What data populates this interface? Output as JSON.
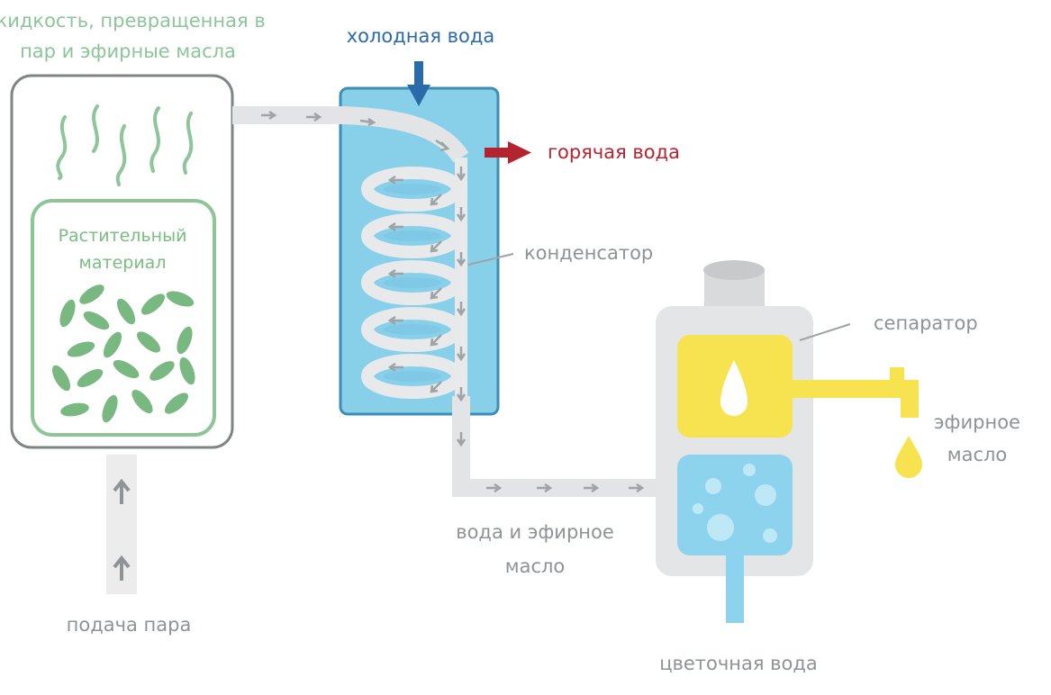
{
  "labels": {
    "vapor": [
      "жидкость, превращенная в",
      "пар и эфирные масла"
    ],
    "plant_material": [
      "Растительный",
      "материал"
    ],
    "steam_supply": "подача пара",
    "cold_water": "холодная вода",
    "hot_water": "горячая вода",
    "condenser": "конденсатор",
    "separator": "сепаратор",
    "essential_oil": [
      "эфирное",
      "масло"
    ],
    "water_and_oil": [
      "вода и эфирное",
      "масло"
    ],
    "floral_water": "цветочная вода"
  },
  "colors": {
    "vapor_label": "#8cc59a",
    "plant_green": "#7bbd83",
    "cold_water_blue": "#2b6aa8",
    "hot_water_red": "#b3242e",
    "condenser_fill": "#86cfe9",
    "condenser_border": "#3f8fb5",
    "pipe_gray": "#e3e4e5",
    "arrow_gray": "#9ea3a6",
    "oil_yellow": "#f7e34f",
    "water_blue": "#8ed3ee",
    "label_gray": "#8e9396",
    "separator_body": "#e4e5e6"
  }
}
